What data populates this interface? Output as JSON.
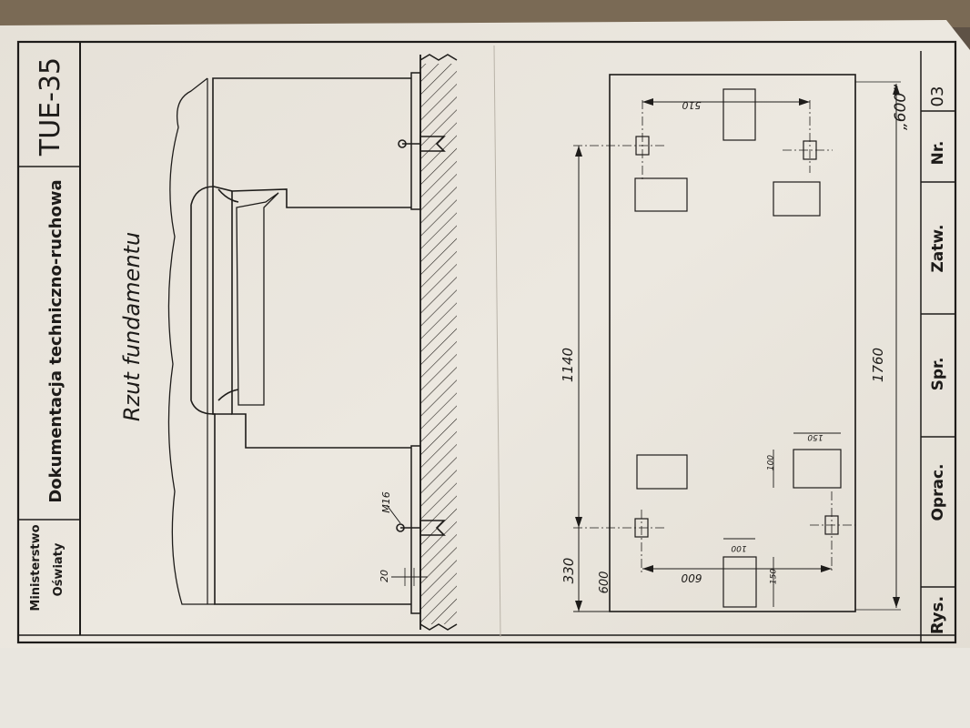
{
  "title_block": {
    "institution_line1": "Ministerstwo",
    "institution_line2": "Oświaty",
    "documentation": "Dokumentacja techniczno-ruchowa",
    "code": "TUE-35"
  },
  "sheet_title": "Rzut fundamentu",
  "side_view_dims": {
    "bolt": "M16",
    "gap": "20"
  },
  "plan_dims": {
    "d1140": "1140",
    "d330": "330",
    "d1760": "1760",
    "d510": "510",
    "d600a": "600",
    "d600b": "600",
    "d100a": "100",
    "d150a": "150",
    "d100b": "100",
    "d150b": "150",
    "model": "„600”"
  },
  "bottom_block": {
    "rys": "Rys.",
    "oprac": "Oprac.",
    "spr": "Spr.",
    "zatw": "Zatw.",
    "nr_label": "Nr.",
    "nr_value": "03"
  }
}
